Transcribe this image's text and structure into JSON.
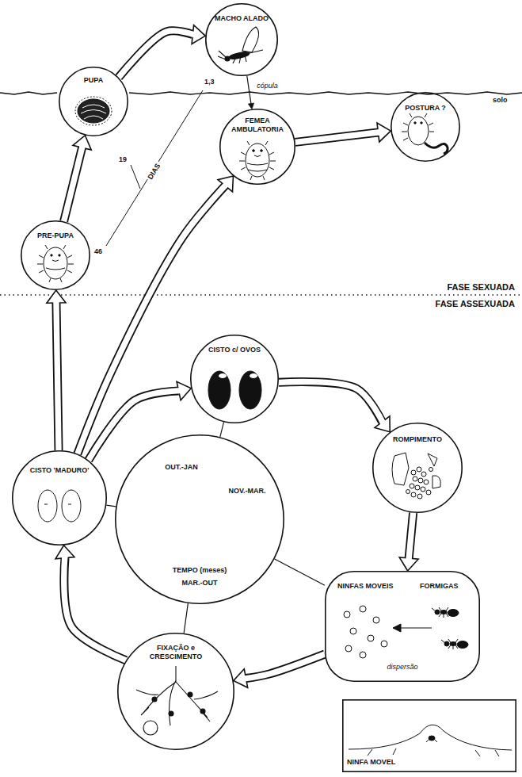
{
  "diagram": {
    "nodes": [
      {
        "text": [
          "MACHO ALADO"
        ]
      },
      {
        "text": [
          "PUPA"
        ]
      },
      {
        "text": [
          "FEMEA AMBULATORIA"
        ]
      },
      {
        "text": [
          "POSTURA ?"
        ]
      },
      {
        "text": [
          "PRE-PUPA"
        ]
      },
      {
        "text": [
          "CISTO c/ OVOS"
        ]
      },
      {
        "text": [
          "CISTO 'MADURO'"
        ]
      },
      {
        "text": [
          "ROMPIMENTO"
        ]
      },
      {
        "text": [
          "OUT.-JAN",
          "NOV.-MAR.",
          "TEMPO (meses)",
          "MAR.-OUT"
        ]
      },
      {
        "text": [
          "NINFAS MOVEIS",
          "FORMIGAS",
          "dispersão"
        ]
      },
      {
        "text": [
          "FIXAÇÃO e CRESCIMENTO"
        ]
      },
      {
        "text": [
          "NINFA MOVEL"
        ]
      }
    ],
    "edges": [
      {
        "from": 4,
        "to": 1,
        "arrow": "to"
      },
      {
        "from": 1,
        "to": 0,
        "arrow": "to"
      },
      {
        "from": 0,
        "to": 2,
        "label": "cópula",
        "arrow": "to"
      },
      {
        "from": 2,
        "to": 3,
        "arrow": "to"
      },
      {
        "from": 6,
        "to": 4,
        "arrow": "to"
      },
      {
        "from": 6,
        "to": 2,
        "arrow": "to"
      },
      {
        "from": 6,
        "to": 5,
        "arrow": "to"
      },
      {
        "from": 5,
        "to": 7,
        "arrow": "to"
      },
      {
        "from": 7,
        "to": 9,
        "arrow": "to"
      },
      {
        "from": 9,
        "to": 10,
        "arrow": "to"
      },
      {
        "from": 10,
        "to": 6,
        "arrow": "to"
      },
      {
        "from": 8,
        "to": 6,
        "arrow": "none"
      },
      {
        "from": 8,
        "to": 5,
        "arrow": "none"
      },
      {
        "from": 8,
        "to": 9,
        "arrow": "none"
      },
      {
        "from": 8,
        "to": 10,
        "arrow": "none"
      }
    ],
    "labels": [
      "1,3",
      "solo",
      "19",
      "DIAS",
      "46",
      "FASE SEXUADA",
      "FASE ASSEXUADA"
    ]
  }
}
